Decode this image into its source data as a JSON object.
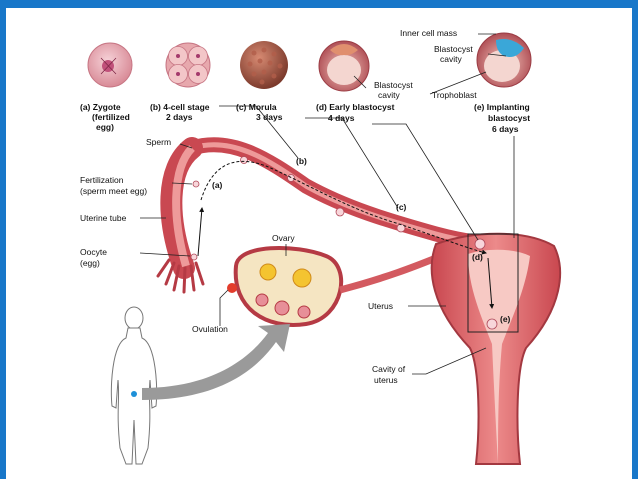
{
  "stages": [
    {
      "letter": "(a)",
      "name": "Zygote",
      "line2": "(fertilized",
      "line3": "egg)",
      "path_label": "(a)"
    },
    {
      "letter": "(b)",
      "name": "4-cell stage",
      "line2": "2 days",
      "path_label": "(b)"
    },
    {
      "letter": "(c)",
      "name": "Morula",
      "line2": "3 days",
      "path_label": "(c)"
    },
    {
      "letter": "(d)",
      "name": "Early blastocyst",
      "line2": "4 days",
      "path_label": "(d)"
    },
    {
      "letter": "(e)",
      "name": "Implanting",
      "line2": "blastocyst",
      "line3": "6 days",
      "path_label": "(e)"
    }
  ],
  "blastocyst_labels": {
    "inner_cell_mass": "Inner cell mass",
    "blastocyst_cavity_1": "Blastocyst",
    "blastocyst_cavity_2": "cavity",
    "trophoblast": "Trophoblast",
    "early_cavity_1": "Blastocyst",
    "early_cavity_2": "cavity"
  },
  "anatomy_labels": {
    "sperm": "Sperm",
    "fertilization_1": "Fertilization",
    "fertilization_2": "(sperm meet egg)",
    "uterine_tube": "Uterine tube",
    "oocyte_1": "Oocyte",
    "oocyte_2": "(egg)",
    "ovary": "Ovary",
    "ovulation": "Ovulation",
    "uterus": "Uterus",
    "cavity_1": "Cavity of",
    "cavity_2": "uterus"
  },
  "colors": {
    "frame": "#1877c9",
    "tissue": "#e0666a",
    "tissue_dark": "#b53a44",
    "ovary": "#f6e7c0",
    "follicle": "#f4c430",
    "arrow": "#9a9a9a"
  }
}
